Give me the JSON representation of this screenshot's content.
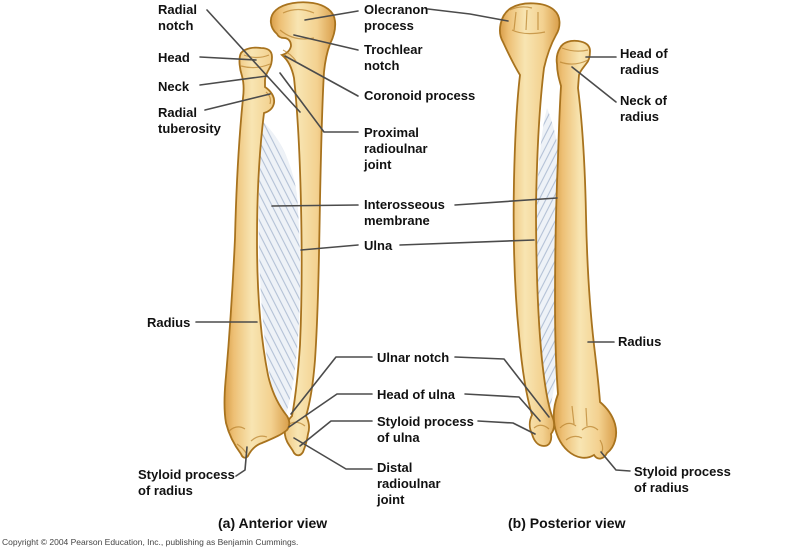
{
  "captions": {
    "anterior": "(a) Anterior view",
    "posterior": "(b) Posterior view"
  },
  "copyright": "Copyright © 2004 Pearson Education, Inc., publishing as Benjamin Cummings.",
  "labels": {
    "left": {
      "radial_notch": "Radial\nnotch",
      "head": "Head",
      "neck": "Neck",
      "radial_tuberosity": "Radial\ntuberosity",
      "radius": "Radius",
      "styloid_process_of_radius": "Styloid process\nof radius"
    },
    "middle": {
      "olecranon_process": "Olecranon\nprocess",
      "trochlear_notch": "Trochlear\nnotch",
      "coronoid_process": "Coronoid process",
      "proximal_radioulnar_joint": "Proximal\nradioulnar\njoint",
      "interosseous_membrane": "Interosseous\nmembrane",
      "ulna": "Ulna",
      "ulnar_notch": "Ulnar notch",
      "head_of_ulna": "Head of ulna",
      "styloid_process_of_ulna": "Styloid process\nof ulna",
      "distal_radioulnar_joint": "Distal\nradioulnar\njoint"
    },
    "right": {
      "head_of_radius": "Head of\nradius",
      "neck_of_radius": "Neck of\nradius",
      "radius": "Radius",
      "styloid_process_of_radius": "Styloid process\nof radius"
    }
  },
  "colors": {
    "background": "#FFFFFF",
    "bone_fill": "#F3D190",
    "bone_highlight": "#F8E5B2",
    "bone_shadow": "#D99E49",
    "bone_outline": "#A8731E",
    "membrane_fill": "#EEF2F7",
    "membrane_fiber": "#B3C1D6",
    "leader_line": "#4B4B4B",
    "label_text": "#111111"
  }
}
